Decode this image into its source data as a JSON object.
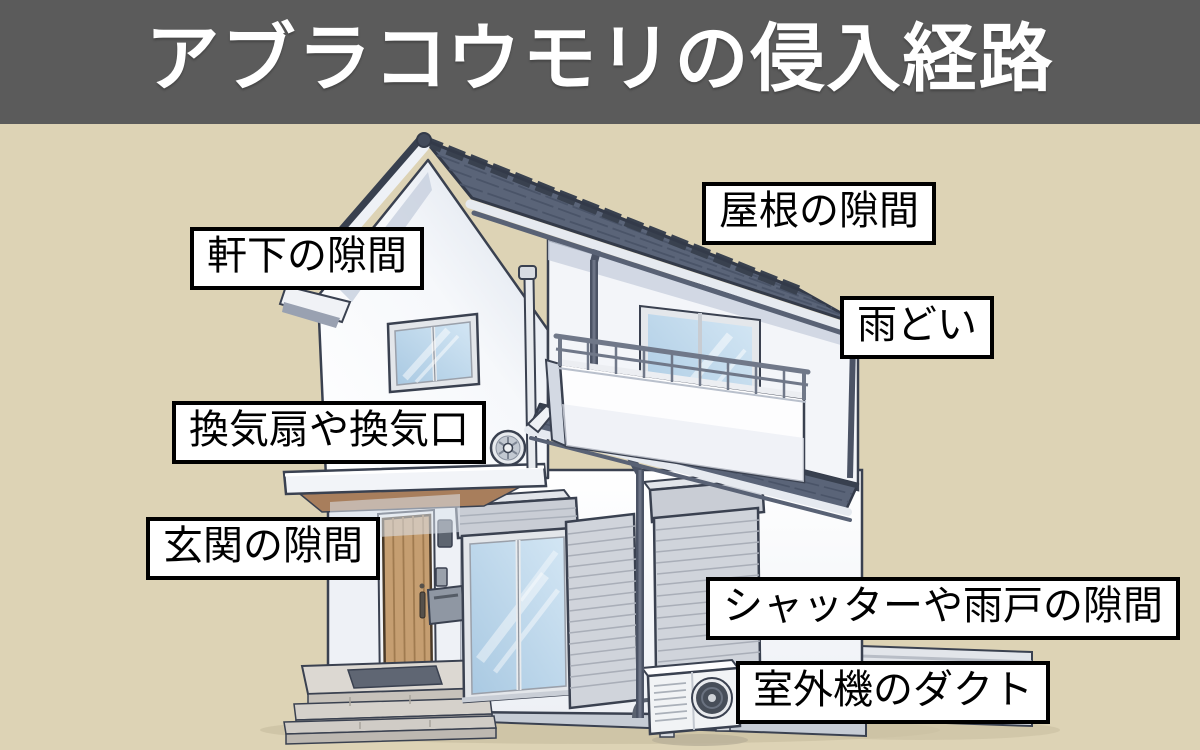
{
  "title": "アブラコウモリの侵入経路",
  "labels": {
    "under_eaves": "軒下の隙間",
    "roof_gap": "屋根の隙間",
    "rain_gutter": "雨どい",
    "ventilation": "換気扇や換気口",
    "entrance_gap": "玄関の隙間",
    "shutter_gap": "シャッターや雨戸の隙間",
    "ac_duct": "室外機のダクト"
  },
  "scene": {
    "description": "二階建て住宅のイラスト（切妻屋根・バルコニー・雨戸・室外機）"
  },
  "colors": {
    "banner_bg": "#5b5b5b",
    "banner_text": "#ffffff",
    "page_bg": "#ddd3b5",
    "label_bg": "#ffffff",
    "label_border": "#000000",
    "label_text": "#000000",
    "roof_tile": "#5a6478",
    "wall_white": "#f8fafc",
    "window_glass": "#b9d4e9",
    "door_wood": "#c59e71"
  }
}
